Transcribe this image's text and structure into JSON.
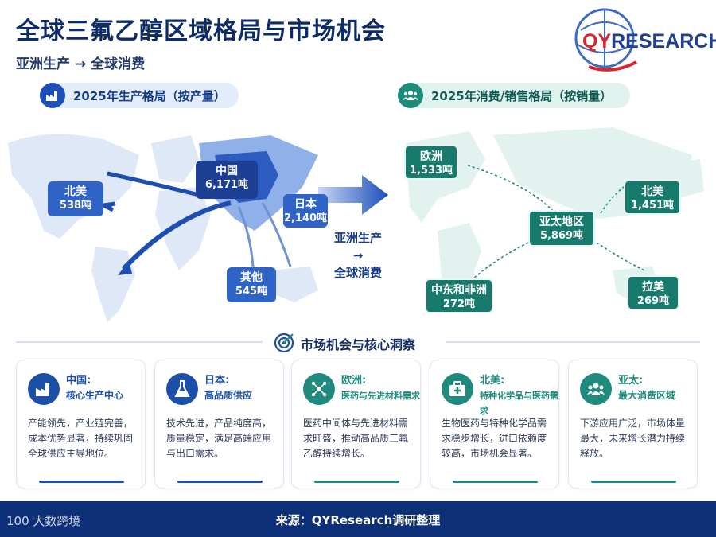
{
  "header": {
    "title": "全球三氟乙醇区域格局与市场机会",
    "subtitle": "亚洲生产 → 全球消费"
  },
  "logo": {
    "q": "QY",
    "rest": "RESEARCH"
  },
  "production": {
    "label": "2025年生产格局（按产量）",
    "regions": [
      {
        "name": "中国",
        "value": "6,171吨"
      },
      {
        "name": "日本",
        "value": "2,140吨"
      },
      {
        "name": "北美",
        "value": "538吨"
      },
      {
        "name": "其他",
        "value": "545吨"
      }
    ]
  },
  "flow": {
    "line1": "亚洲生产",
    "arrow": "→",
    "line2": "全球消费"
  },
  "consumption": {
    "label": "2025年消费/销售格局（按销量）",
    "regions": [
      {
        "name": "欧洲",
        "value": "1,533吨"
      },
      {
        "name": "亚太地区",
        "value": "5,869吨"
      },
      {
        "name": "北美",
        "value": "1,451吨"
      },
      {
        "name": "中东和非洲",
        "value": "272吨"
      },
      {
        "name": "拉美",
        "value": "269吨"
      }
    ]
  },
  "insights": {
    "heading": "市场机会与核心洞察",
    "cards": [
      {
        "title1": "中国:",
        "title2": "核心生产中心",
        "body": "产能领先，产业链完善，成本优势显著，持续巩固全球供应主导地位。",
        "color": "#1c4fa8",
        "icon": "factory-icon"
      },
      {
        "title1": "日本:",
        "title2": "高品质供应",
        "body": "技术先进，产品纯度高，质量稳定，满足高端应用与出口需求。",
        "color": "#1c4fa8",
        "icon": "flask-icon"
      },
      {
        "title1": "欧洲:",
        "title2": "医药与先进材料需求",
        "body": "医药中间体与先进材料需求旺盛，推动高品质三氟乙醇持续增长。",
        "color": "#1f8a7d",
        "icon": "molecule-icon"
      },
      {
        "title1": "北美:",
        "title2": "特种化学品与医药需求",
        "body": "生物医药与特种化学品需求稳步增长，进口依赖度较高，市场机会显著。",
        "color": "#1f8a7d",
        "icon": "medical-kit-icon"
      },
      {
        "title1": "亚太:",
        "title2": "最大消费区域",
        "body": "下游应用广泛，市场体量最大，未来增长潜力持续释放。",
        "color": "#1f8a7d",
        "icon": "people-icon"
      }
    ]
  },
  "footer": {
    "source": "来源：QYResearch调研整理",
    "brand": "大数跨境",
    "brand_mark": "100"
  }
}
